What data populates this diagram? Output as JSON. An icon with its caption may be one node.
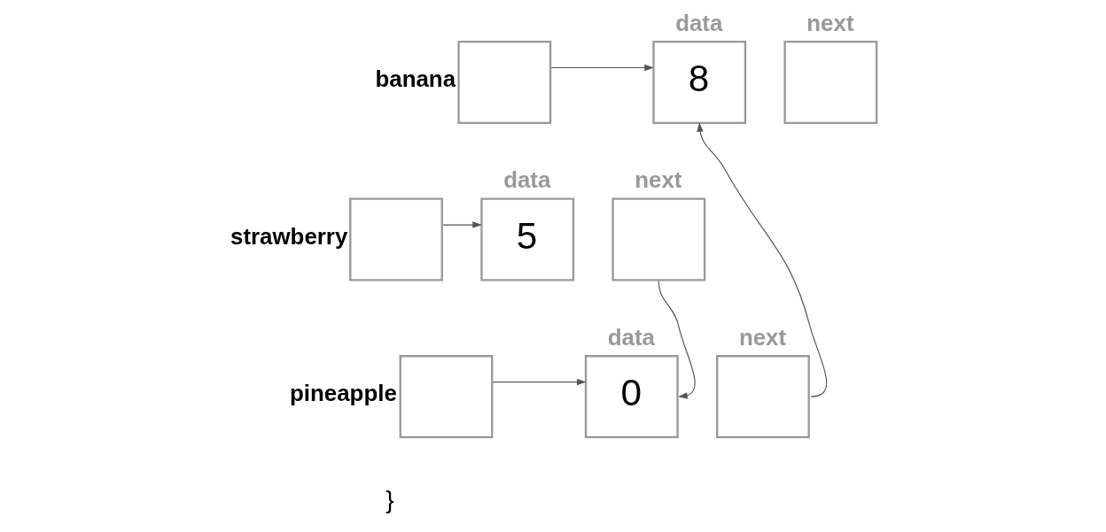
{
  "diagram": {
    "nodes": [
      {
        "text": [],
        "shape": "box",
        "beside": [
          "banana"
        ]
      },
      {
        "text": [
          "data",
          "8"
        ]
      },
      {
        "text": [
          "next"
        ]
      },
      {
        "text": [],
        "shape": "box",
        "beside": [
          "strawberry"
        ]
      },
      {
        "text": [
          "data",
          "5"
        ]
      },
      {
        "text": [
          "next"
        ]
      },
      {
        "text": [],
        "shape": "box",
        "beside": [
          "pineapple"
        ]
      },
      {
        "text": [
          "data",
          "0"
        ]
      },
      {
        "text": [
          "next"
        ]
      }
    ],
    "edges": [
      {
        "from": 0,
        "to": 1,
        "arrow": "to"
      },
      {
        "from": 3,
        "to": 4,
        "arrow": "to"
      },
      {
        "from": 5,
        "to": 7,
        "arrow": "to"
      },
      {
        "from": 6,
        "to": 7,
        "arrow": "to"
      },
      {
        "from": 8,
        "to": 1,
        "arrow": "to"
      }
    ],
    "labels": [
      "}"
    ]
  }
}
